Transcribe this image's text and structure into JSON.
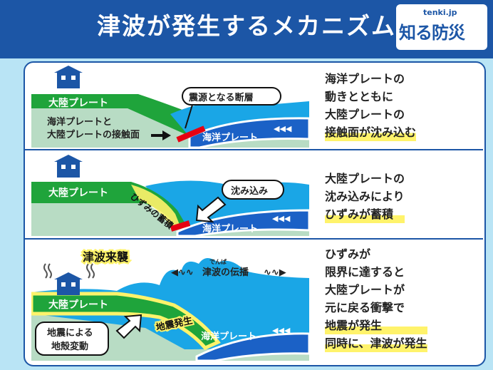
{
  "header": {
    "title": "津波が発生するメカニズム"
  },
  "logo": {
    "sub": "tenki.jp",
    "main": "知る防災"
  },
  "panel1": {
    "continental_plate": "大陸プレート",
    "interface_label_1": "海洋プレートと",
    "interface_label_2": "大陸プレートの接触面",
    "fault_callout": "震源となる断層",
    "oceanic_plate": "海洋プレート",
    "arrows": "◀◀◀",
    "desc_lines": [
      "海洋プレートの",
      "動きとともに",
      "大陸プレートの",
      "接触面が沈み込む"
    ]
  },
  "panel2": {
    "continental_plate": "大陸プレート",
    "strain_label": "ひずみの蓄積",
    "sink_callout": "沈み込み",
    "oceanic_plate": "海洋プレート",
    "arrows": "◀◀◀",
    "desc_lines": [
      "大陸プレートの",
      "沈み込みにより",
      "ひずみが蓄積"
    ]
  },
  "panel3": {
    "tsunami_title": "津波来襲",
    "propagation_ruby": "でんぱ",
    "propagation": "津波の伝播",
    "continental_plate": "大陸プレート",
    "quake_label": "地震発生",
    "crust_label_1": "地震による",
    "crust_label_2": "地殻変動",
    "oceanic_plate": "海洋プレート",
    "arrows": "◀◀◀",
    "desc_lines": [
      "ひずみが",
      "限界に達すると",
      "大陸プレートが",
      "元に戻る衝撃で",
      "地震が発生",
      "同時に、津波が発生"
    ]
  },
  "colors": {
    "navy": "#1c56a6",
    "green": "#1fa43b",
    "sea": "#1aa6e6",
    "plate": "#1b61c6",
    "red": "#e60012",
    "yellow": "#fff36b",
    "ground": "#b8dcc4"
  }
}
